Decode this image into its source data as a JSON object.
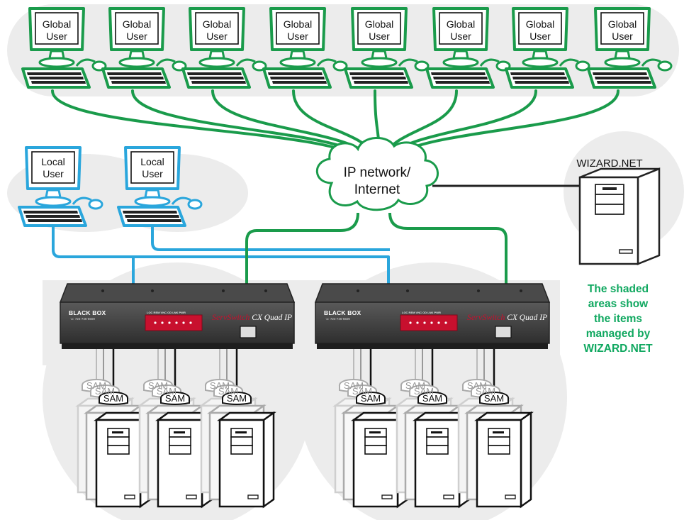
{
  "colors": {
    "global_link": "#1a9b4b",
    "local_link": "#2aa6dc",
    "wizard_link": "#222222",
    "shade": "#ececec",
    "note_text": "#10a860",
    "kvm_body": "#3a3a3a"
  },
  "global_users": {
    "label_line1": "Global",
    "label_line2": "User",
    "count": 8
  },
  "local_users": {
    "label_line1": "Local",
    "label_line2": "User",
    "count": 2
  },
  "network": {
    "line1": "IP network/",
    "line2": "Internet"
  },
  "wizard_server": {
    "label": "WIZARD.NET"
  },
  "note": {
    "line1": "The shaded",
    "line2": "areas show",
    "line3": "the items",
    "line4": "managed by",
    "line5": "WIZARD.NET"
  },
  "kvm_switch": {
    "brand": "BLACK BOX",
    "phone": "☏ 724-746-5500",
    "led_labels": "LOC REM VNC  OD  LNK PWR",
    "product_prefix": "ServSwitch",
    "product_suffix": "CX Quad IP"
  },
  "sam_adapter": {
    "label": "SAM"
  }
}
